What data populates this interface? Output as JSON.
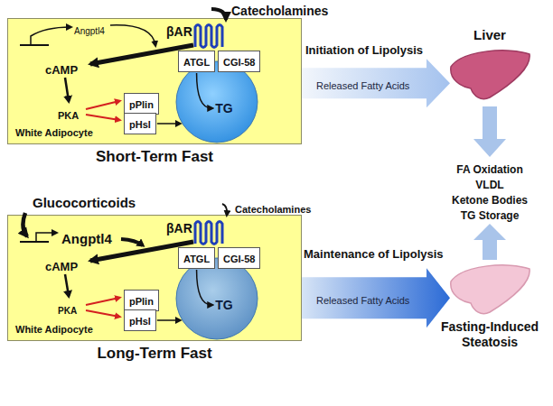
{
  "diagram": {
    "nodes": [
      {
        "text": [
          "White Adipocyte",
          "Short-Term Fast"
        ]
      },
      {
        "text": [
          "TG"
        ],
        "in": 0
      },
      {
        "text": [
          "ATGL"
        ],
        "in": 0
      },
      {
        "text": [
          "CGI-58"
        ],
        "in": 0
      },
      {
        "text": [
          "pPlin"
        ],
        "in": 0
      },
      {
        "text": [
          "pHsl"
        ],
        "in": 0
      },
      {
        "text": [
          "Liver"
        ]
      },
      {
        "text": [
          "White Adipocyte",
          "Long-Term Fast"
        ]
      },
      {
        "text": [
          "TG"
        ],
        "in": 7
      },
      {
        "text": [
          "ATGL"
        ],
        "in": 7
      },
      {
        "text": [
          "CGI-58"
        ],
        "in": 7
      },
      {
        "text": [
          "pPlin"
        ],
        "in": 7
      },
      {
        "text": [
          "pHsl"
        ],
        "in": 7
      },
      {
        "text": [
          "Fasting-Induced Steatosis"
        ]
      }
    ],
    "edges": [
      {
        "from": 2,
        "to": 1,
        "arrow": "to"
      },
      {
        "from": 5,
        "to": 1,
        "arrow": "to"
      },
      {
        "from": 9,
        "to": 8,
        "arrow": "to"
      },
      {
        "from": 12,
        "to": 8,
        "arrow": "to"
      },
      {
        "from": 0,
        "to": 6,
        "label": "Released Fatty Acids",
        "arrow": "to"
      },
      {
        "from": 7,
        "to": 13,
        "label": "Released Fatty Acids",
        "arrow": "to"
      }
    ],
    "labels": [
      "Catecholamines",
      "Angptl4",
      "βAR",
      "cAMP",
      "PKA",
      "Initiation of Lipolysis",
      "FA Oxidation",
      "VLDL",
      "Ketone Bodies",
      "TG Storage",
      "Glucocorticoids",
      "Angptl4",
      "Catecholamines",
      "βAR",
      "cAMP",
      "PKA",
      "Maintenance of Lipolysis"
    ]
  }
}
